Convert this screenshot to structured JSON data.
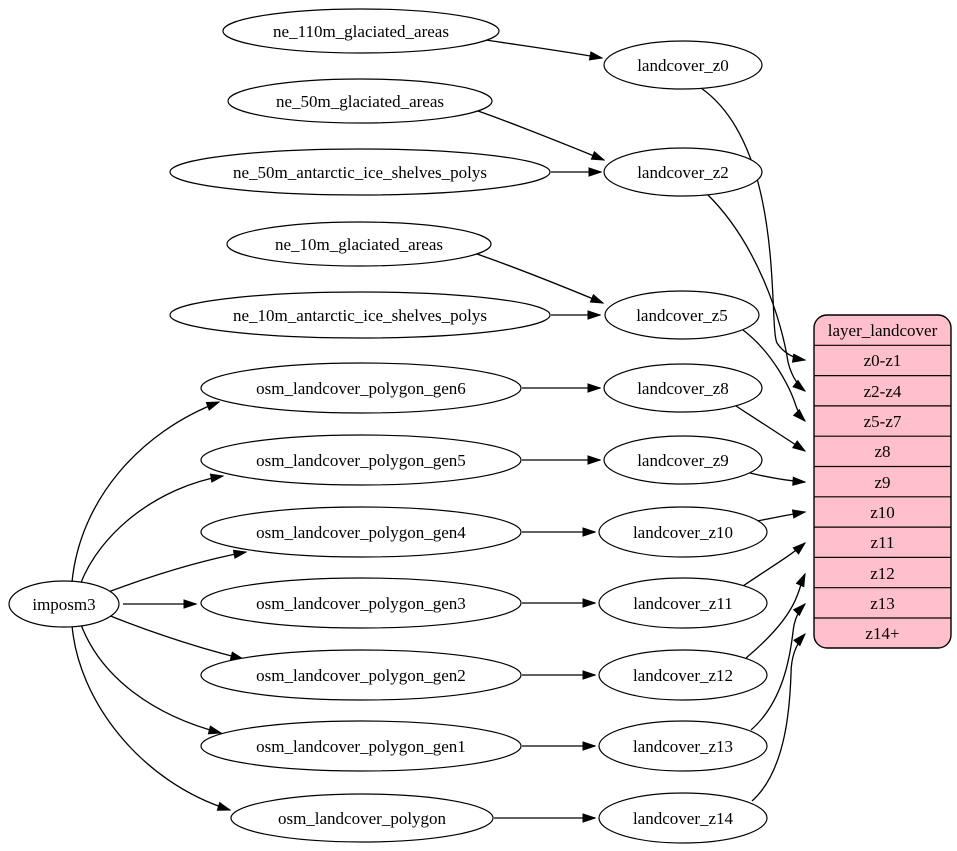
{
  "diagram": {
    "type": "graphviz-flow",
    "background_color": "#ffffff",
    "node_fill": "#ffffff",
    "node_stroke": "#000000",
    "edge_color": "#000000",
    "nodes": {
      "imposm3": "imposm3",
      "ne_110m_glaciated_areas": "ne_110m_glaciated_areas",
      "ne_50m_glaciated_areas": "ne_50m_glaciated_areas",
      "ne_50m_antarctic_ice_shelves_polys": "ne_50m_antarctic_ice_shelves_polys",
      "ne_10m_glaciated_areas": "ne_10m_glaciated_areas",
      "ne_10m_antarctic_ice_shelves_polys": "ne_10m_antarctic_ice_shelves_polys",
      "osm_landcover_polygon_gen6": "osm_landcover_polygon_gen6",
      "osm_landcover_polygon_gen5": "osm_landcover_polygon_gen5",
      "osm_landcover_polygon_gen4": "osm_landcover_polygon_gen4",
      "osm_landcover_polygon_gen3": "osm_landcover_polygon_gen3",
      "osm_landcover_polygon_gen2": "osm_landcover_polygon_gen2",
      "osm_landcover_polygon_gen1": "osm_landcover_polygon_gen1",
      "osm_landcover_polygon": "osm_landcover_polygon",
      "landcover_z0": "landcover_z0",
      "landcover_z2": "landcover_z2",
      "landcover_z5": "landcover_z5",
      "landcover_z8": "landcover_z8",
      "landcover_z9": "landcover_z9",
      "landcover_z10": "landcover_z10",
      "landcover_z11": "landcover_z11",
      "landcover_z12": "landcover_z12",
      "landcover_z13": "landcover_z13",
      "landcover_z14": "landcover_z14"
    },
    "table": {
      "title": "layer_landcover",
      "rows": [
        "z0-z1",
        "z2-z4",
        "z5-z7",
        "z8",
        "z9",
        "z10",
        "z11",
        "z12",
        "z13",
        "z14+"
      ],
      "fill": "#ffc0cb",
      "stroke": "#000000"
    },
    "edges": [
      [
        "imposm3",
        "osm_landcover_polygon_gen6"
      ],
      [
        "imposm3",
        "osm_landcover_polygon_gen5"
      ],
      [
        "imposm3",
        "osm_landcover_polygon_gen4"
      ],
      [
        "imposm3",
        "osm_landcover_polygon_gen3"
      ],
      [
        "imposm3",
        "osm_landcover_polygon_gen2"
      ],
      [
        "imposm3",
        "osm_landcover_polygon_gen1"
      ],
      [
        "imposm3",
        "osm_landcover_polygon"
      ],
      [
        "ne_110m_glaciated_areas",
        "landcover_z0"
      ],
      [
        "ne_50m_glaciated_areas",
        "landcover_z2"
      ],
      [
        "ne_50m_antarctic_ice_shelves_polys",
        "landcover_z2"
      ],
      [
        "ne_10m_glaciated_areas",
        "landcover_z5"
      ],
      [
        "ne_10m_antarctic_ice_shelves_polys",
        "landcover_z5"
      ],
      [
        "osm_landcover_polygon_gen6",
        "landcover_z8"
      ],
      [
        "osm_landcover_polygon_gen5",
        "landcover_z9"
      ],
      [
        "osm_landcover_polygon_gen4",
        "landcover_z10"
      ],
      [
        "osm_landcover_polygon_gen3",
        "landcover_z11"
      ],
      [
        "osm_landcover_polygon_gen2",
        "landcover_z12"
      ],
      [
        "osm_landcover_polygon_gen1",
        "landcover_z13"
      ],
      [
        "osm_landcover_polygon",
        "landcover_z14"
      ],
      [
        "landcover_z0",
        "layer_landcover.z0-z1"
      ],
      [
        "landcover_z2",
        "layer_landcover.z2-z4"
      ],
      [
        "landcover_z5",
        "layer_landcover.z5-z7"
      ],
      [
        "landcover_z8",
        "layer_landcover.z8"
      ],
      [
        "landcover_z9",
        "layer_landcover.z9"
      ],
      [
        "landcover_z10",
        "layer_landcover.z10"
      ],
      [
        "landcover_z11",
        "layer_landcover.z11"
      ],
      [
        "landcover_z12",
        "layer_landcover.z12"
      ],
      [
        "landcover_z13",
        "layer_landcover.z13"
      ],
      [
        "landcover_z14",
        "layer_landcover.z14+"
      ]
    ]
  }
}
